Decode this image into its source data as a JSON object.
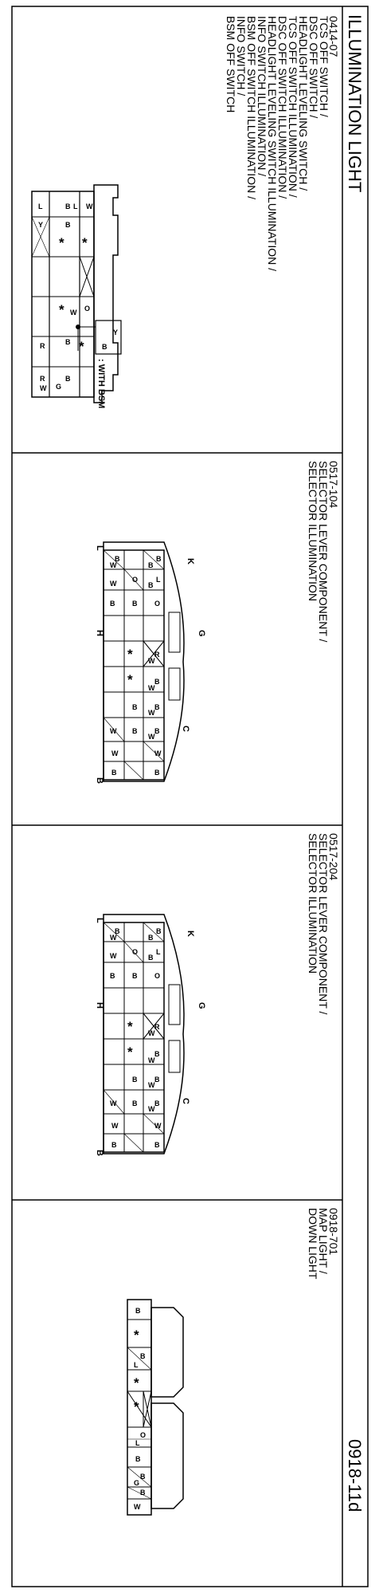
{
  "title": "ILLUMINATION LIGHT",
  "page_code": "0918-11d",
  "panels": [
    {
      "code": "0414-07",
      "lines": [
        "TCS OFF SWITCH /",
        "DSC OFF SWITCH /",
        "HEADLIGHT LEVELING SWITCH /",
        "TCS OFF SWITCH ILLUMINATION /",
        "DSC OFF SWITCH ILLUMINATION /",
        "HEADLIGHT LEVELING SWITCH ILLUMINATION /",
        "INFO SWITCH ILLUMINATION /",
        "BSM OFF SWITCH ILLUMINATION /",
        "INFO SWITCH /",
        "BSM OFF SWITCH"
      ],
      "note": ": WITH BSM",
      "aux_pins": [
        "Y",
        "B"
      ],
      "pins": [
        "B",
        "W",
        "O",
        "R",
        "B",
        "B",
        "L",
        "Y",
        "*",
        "*",
        "*",
        "R",
        "G",
        "W",
        "*"
      ]
    },
    {
      "code": "0517-104",
      "lines": [
        "SELECTOR LEVER COMPONENT /",
        "SELECTOR ILLUMINATION"
      ],
      "letters": [
        "K",
        "G",
        "C",
        "L",
        "H",
        "B"
      ],
      "pins": [
        "B",
        "B",
        "W",
        "L",
        "O",
        "W",
        "B",
        "R",
        "B",
        "W",
        "*",
        "*",
        "W",
        "B",
        "B",
        "W",
        "B",
        "W",
        "W",
        "B",
        "B",
        "W"
      ]
    },
    {
      "code": "0517-204",
      "lines": [
        "SELECTOR LEVER COMPONENT /",
        "SELECTOR ILLUMINATION"
      ],
      "letters": [
        "K",
        "G",
        "C",
        "L",
        "H",
        "B"
      ],
      "pins": [
        "B",
        "B",
        "W",
        "L",
        "O",
        "W",
        "B",
        "R",
        "B",
        "W",
        "*",
        "*",
        "W",
        "B",
        "B",
        "W",
        "B",
        "W",
        "W",
        "B",
        "B",
        "W"
      ]
    },
    {
      "code": "0918-701",
      "lines": [
        "MAP LIGHT /",
        "DOWN LIGHT"
      ],
      "pins": [
        "B",
        "*",
        "B",
        "L",
        "*",
        "*",
        "O",
        "L",
        "B",
        "B",
        "G",
        "W"
      ]
    }
  ]
}
